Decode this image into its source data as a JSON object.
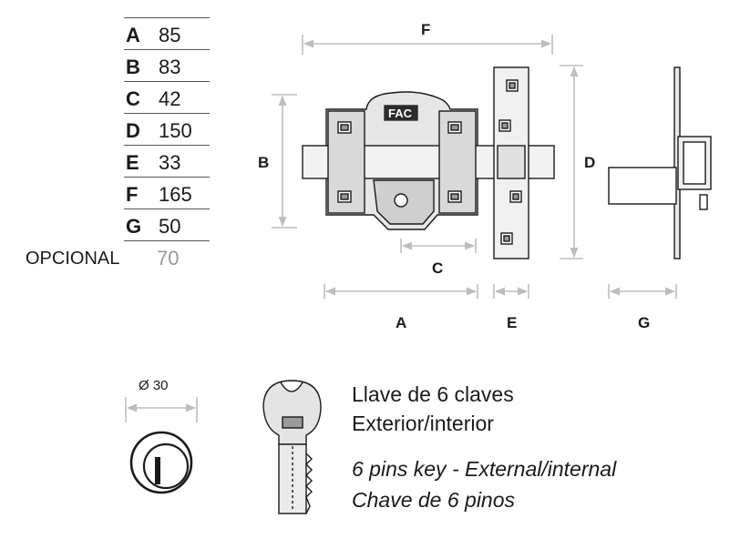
{
  "dimensions": [
    {
      "key": "A",
      "value": "85"
    },
    {
      "key": "B",
      "value": "83"
    },
    {
      "key": "C",
      "value": "42"
    },
    {
      "key": "D",
      "value": "150"
    },
    {
      "key": "E",
      "value": "33"
    },
    {
      "key": "F",
      "value": "165"
    },
    {
      "key": "G",
      "value": "50"
    }
  ],
  "optional": {
    "label": "OPCIONAL",
    "value": "70"
  },
  "drawing_labels": {
    "A": "A",
    "B": "B",
    "C": "C",
    "D": "D",
    "E": "E",
    "F": "F",
    "G": "G"
  },
  "brand_logo": "FAC",
  "cylinder_diameter": "Ø 30",
  "captions": {
    "es_line1": "Llave de 6 claves",
    "es_line2": "Exterior/interior",
    "en": "6 pins key - External/internal",
    "pt": "Chave de 6 pinos"
  }
}
